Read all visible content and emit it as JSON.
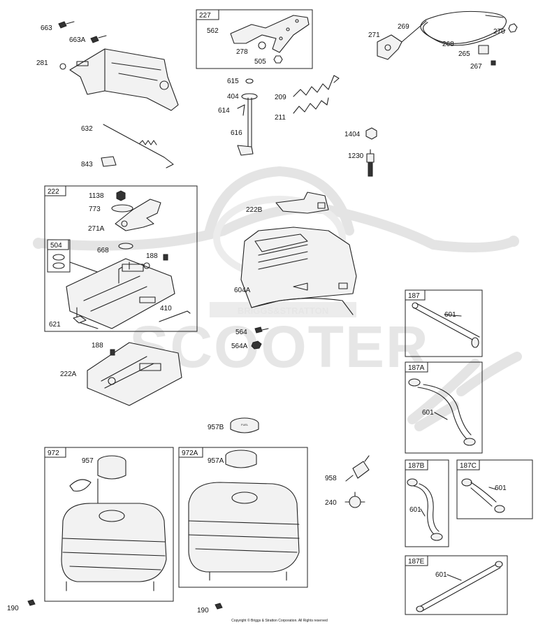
{
  "watermark": {
    "brand_small": "BRIGGS&STRATTON",
    "brand_large": "SCOOTER"
  },
  "groups": {
    "227": "227",
    "222": "222",
    "504": "504",
    "972": "972",
    "972A": "972A",
    "187": "187",
    "187A": "187A",
    "187B": "187B",
    "187C": "187C",
    "187E": "187E"
  },
  "labels": {
    "p663": "663",
    "p663A": "663A",
    "p281": "281",
    "p562": "562",
    "p278": "278",
    "p505": "505",
    "p271": "271",
    "p269": "269",
    "p270": "270",
    "p268": "268",
    "p265": "265",
    "p267": "267",
    "p615": "615",
    "p404": "404",
    "p614": "614",
    "p616": "616",
    "p209": "209",
    "p211": "211",
    "p632": "632",
    "p843": "843",
    "p1404": "1404",
    "p1230": "1230",
    "p1138": "1138",
    "p773": "773",
    "p271A": "271A",
    "p668": "668",
    "p188a": "188",
    "p410": "410",
    "p621": "621",
    "p222B": "222B",
    "p604A": "604A",
    "p564": "564",
    "p564A": "564A",
    "p188b": "188",
    "p222A": "222A",
    "p957B": "957B",
    "p957": "957",
    "p957A": "957A",
    "p958": "958",
    "p240": "240",
    "p190a": "190",
    "p190b": "190",
    "p601a": "601",
    "p601b": "601",
    "p601c": "601",
    "p601d": "601",
    "p601e": "601"
  },
  "copyright": "Copyright © Briggs & Stratton Corporation. All Rights reserved"
}
